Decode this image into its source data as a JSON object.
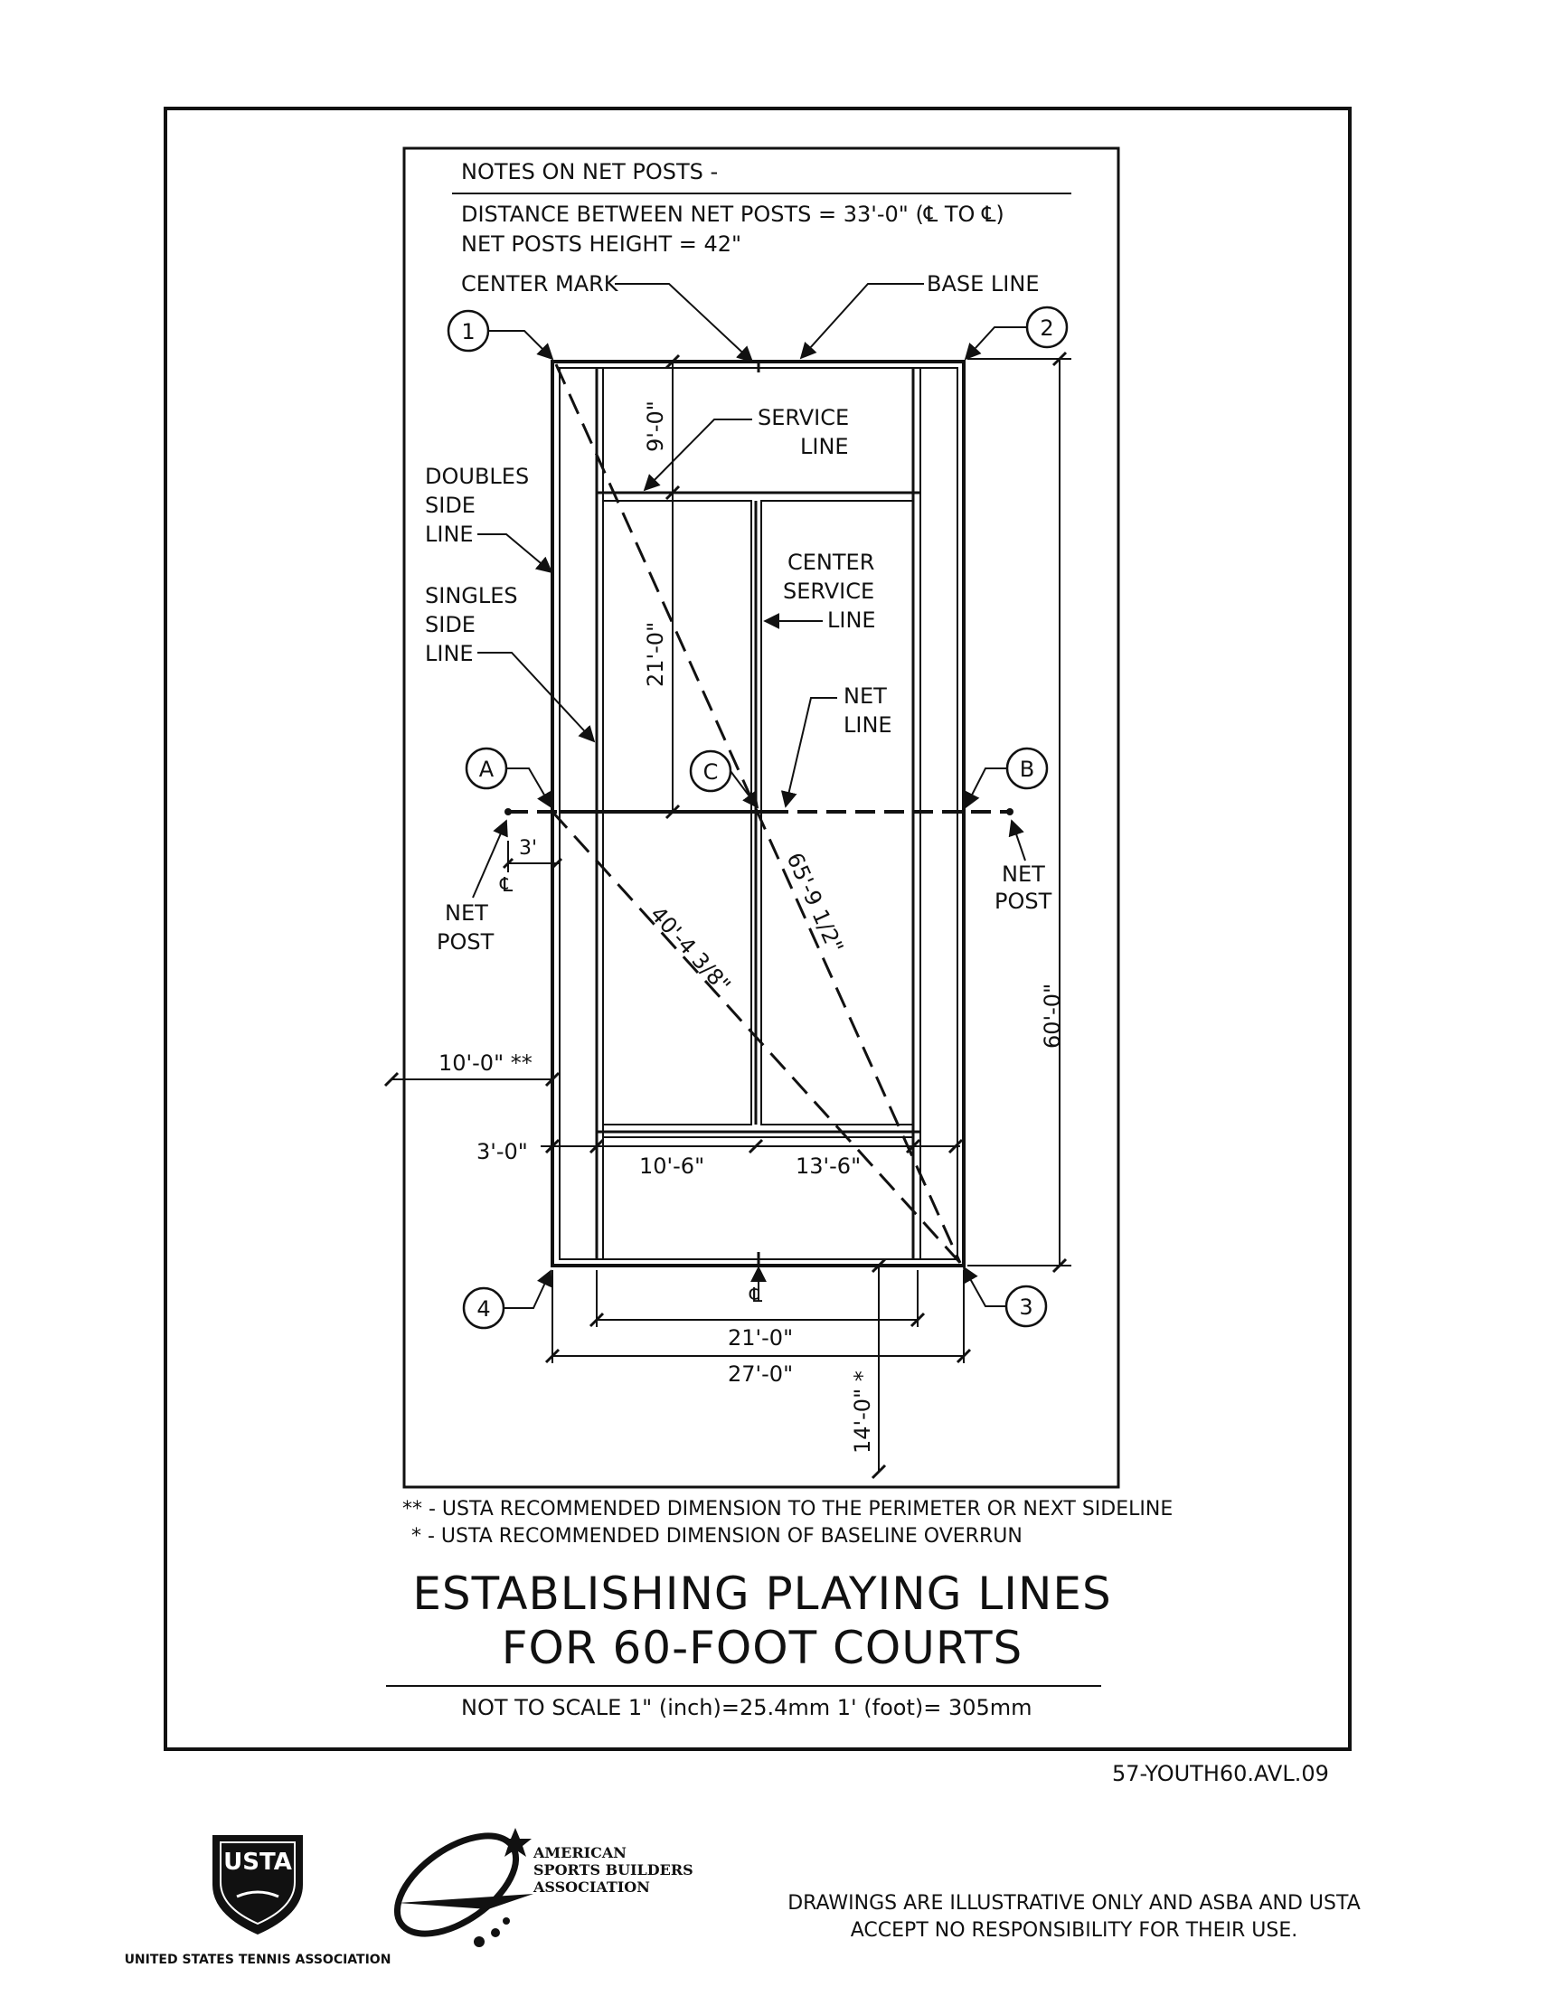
{
  "notes": {
    "heading": "NOTES ON NET POSTS -",
    "line1": "DISTANCE BETWEEN NET POSTS = 33'-0\" (℄ TO ℄)",
    "line2": "NET POSTS HEIGHT = 42\""
  },
  "labels": {
    "center_mark": "CENTER MARK",
    "base_line": "BASE LINE",
    "service_line": [
      "SERVICE",
      "LINE"
    ],
    "doubles_side_line": [
      "DOUBLES",
      "SIDE",
      "LINE"
    ],
    "singles_side_line": [
      "SINGLES",
      "SIDE",
      "LINE"
    ],
    "center_service_line": [
      "CENTER",
      "SERVICE",
      "LINE"
    ],
    "net_line": [
      "NET",
      "LINE"
    ],
    "net_post_left": [
      "NET",
      "POST"
    ],
    "net_post_right": [
      "NET",
      "POST"
    ],
    "centerline_symbol": "℄"
  },
  "markers": {
    "m1": "1",
    "m2": "2",
    "m3": "3",
    "m4": "4",
    "mA": "A",
    "mB": "B",
    "mC": "C"
  },
  "dimensions": {
    "d_9": "9'-0\"",
    "d_21v": "21'-0\"",
    "d_60": "60'-0\"",
    "d_3": "3'",
    "d_10": "10'-0\" **",
    "d_3_0": "3'-0\"",
    "d_10_6": "10'-6\"",
    "d_13_6": "13'-6\"",
    "d_21h": "21'-0\"",
    "d_27": "27'-0\"",
    "d_14": "14'-0\" *",
    "d_diag_40": "40'-4 3/8\"",
    "d_diag_65": "65'-9 1/2\""
  },
  "footnotes": {
    "note1": "** - USTA RECOMMENDED DIMENSION TO THE PERIMETER OR NEXT SIDELINE",
    "note2": "* - USTA RECOMMENDED DIMENSION OF BASELINE OVERRUN"
  },
  "title": {
    "line1": "ESTABLISHING PLAYING LINES",
    "line2": "FOR 60-FOOT COURTS"
  },
  "scale_note": "NOT TO SCALE   1\" (inch)=25.4mm   1' (foot)= 305mm",
  "drawing_id": "57-YOUTH60.AVL.09",
  "logos": {
    "usta_badge": "USTA",
    "usta_caption": "UNITED STATES TENNIS ASSOCIATION",
    "asba_text": [
      "AMERICAN",
      "SPORTS BUILDERS",
      "ASSOCIATION"
    ]
  },
  "disclaimer": [
    "DRAWINGS ARE ILLUSTRATIVE ONLY AND ASBA AND USTA",
    "ACCEPT NO RESPONSIBILITY FOR THEIR USE."
  ]
}
